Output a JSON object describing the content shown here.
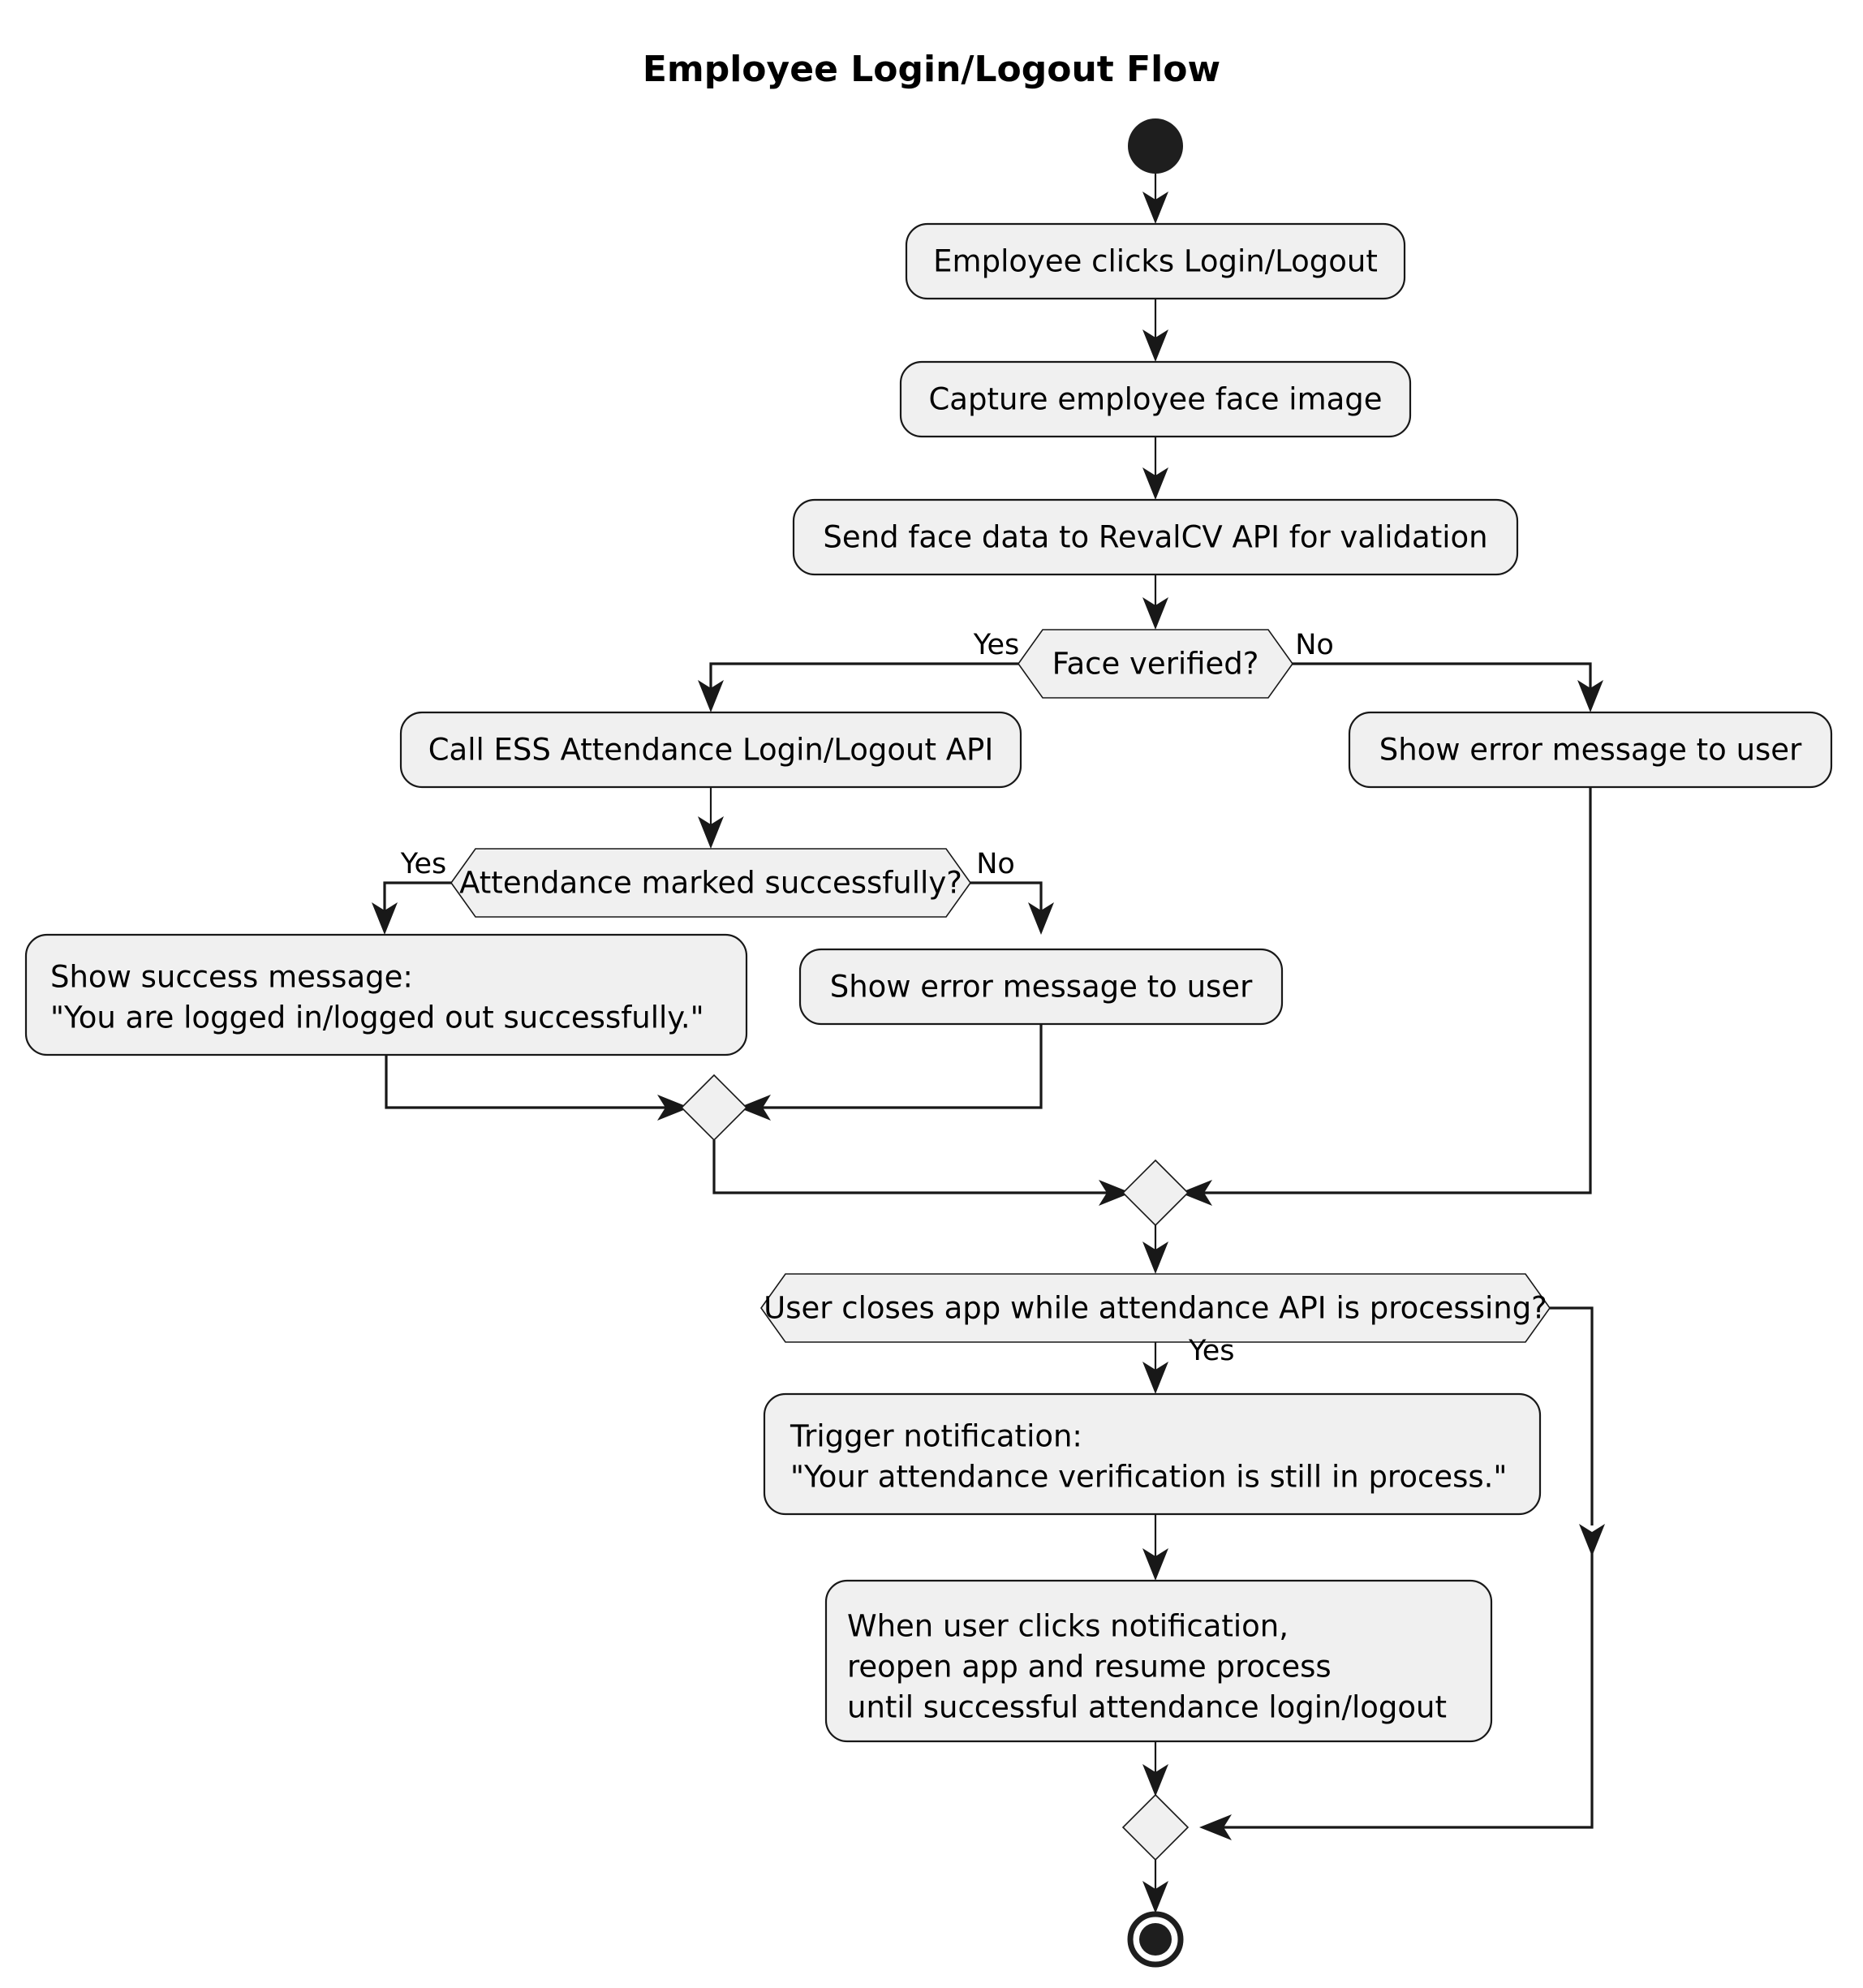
{
  "diagram": {
    "title": "Employee Login/Logout Flow",
    "type": "uml-activity-flowchart",
    "colors": {
      "node_fill": "#F0F0F0",
      "node_stroke": "#181818",
      "background": "#FFFFFF",
      "text": "#000000",
      "start_end_marker": "#1E1E1E"
    },
    "nodes": {
      "start": {
        "kind": "start-node",
        "label": ""
      },
      "action_click_login": {
        "kind": "action",
        "label": "Employee clicks Login/Logout"
      },
      "action_capture_face": {
        "kind": "action",
        "label": "Capture employee face image"
      },
      "action_send_face": {
        "kind": "action",
        "label": "Send face data to RevalCV API for validation"
      },
      "decision_face_verified": {
        "kind": "decision",
        "label": "Face verified?"
      },
      "action_call_ess": {
        "kind": "action",
        "label": "Call ESS Attendance Login/Logout API"
      },
      "action_error_face": {
        "kind": "action",
        "label": "Show error message to user"
      },
      "decision_attendance_marked": {
        "kind": "decision",
        "label": "Attendance marked successfully?"
      },
      "action_success_message": {
        "kind": "action",
        "line1": "Show success message:",
        "line2": "\"You are logged in/logged out successfully.\""
      },
      "action_error_attendance": {
        "kind": "action",
        "label": "Show error message to user"
      },
      "merge_inner": {
        "kind": "merge-diamond",
        "label": ""
      },
      "merge_outer": {
        "kind": "merge-diamond",
        "label": ""
      },
      "decision_user_closes_app": {
        "kind": "decision",
        "label": "User closes app while attendance API is processing?"
      },
      "action_trigger_notification": {
        "kind": "action",
        "line1": "Trigger notification:",
        "line2": "\"Your attendance verification is still in process.\""
      },
      "action_resume_process": {
        "kind": "action",
        "line1": "When user clicks notification,",
        "line2": " reopen app and resume process",
        "line3": " until successful attendance login/logout"
      },
      "merge_final": {
        "kind": "merge-diamond",
        "label": ""
      },
      "end": {
        "kind": "end-node",
        "label": ""
      }
    },
    "edge_labels": {
      "face_verified_yes": "Yes",
      "face_verified_no": "No",
      "attendance_yes": "Yes",
      "attendance_no": "No",
      "user_closes_app_yes": "Yes"
    }
  },
  "chart_data": {
    "type": "table",
    "title": "Employee Login/Logout Flow",
    "categories": [
      "start",
      "Employee clicks Login/Logout",
      "Capture employee face image",
      "Send face data to RevalCV API for validation",
      "Face verified?",
      "Call ESS Attendance Login/Logout API",
      "Show error message to user",
      "Attendance marked successfully?",
      "Show success message: \"You are logged in/logged out successfully.\"",
      "Show error message to user",
      "User closes app while attendance API is processing?",
      "Trigger notification: \"Your attendance verification is still in process.\"",
      "When user clicks notification, reopen app and resume process until successful attendance login/logout",
      "end"
    ],
    "edges": [
      {
        "from": "start",
        "to": "Employee clicks Login/Logout",
        "label": ""
      },
      {
        "from": "Employee clicks Login/Logout",
        "to": "Capture employee face image",
        "label": ""
      },
      {
        "from": "Capture employee face image",
        "to": "Send face data to RevalCV API for validation",
        "label": ""
      },
      {
        "from": "Send face data to RevalCV API for validation",
        "to": "Face verified?",
        "label": ""
      },
      {
        "from": "Face verified?",
        "to": "Call ESS Attendance Login/Logout API",
        "label": "Yes"
      },
      {
        "from": "Face verified?",
        "to": "Show error message to user",
        "label": "No"
      },
      {
        "from": "Call ESS Attendance Login/Logout API",
        "to": "Attendance marked successfully?",
        "label": ""
      },
      {
        "from": "Attendance marked successfully?",
        "to": "Show success message",
        "label": "Yes"
      },
      {
        "from": "Attendance marked successfully?",
        "to": "Show error message to user",
        "label": "No"
      },
      {
        "from": "Show success message",
        "to": "merge_inner",
        "label": ""
      },
      {
        "from": "Show error message to user",
        "to": "merge_inner",
        "label": ""
      },
      {
        "from": "merge_inner",
        "to": "merge_outer",
        "label": ""
      },
      {
        "from": "Show error message to user (face)",
        "to": "merge_outer",
        "label": ""
      },
      {
        "from": "merge_outer",
        "to": "User closes app while attendance API is processing?",
        "label": ""
      },
      {
        "from": "User closes app while attendance API is processing?",
        "to": "Trigger notification",
        "label": "Yes"
      },
      {
        "from": "User closes app while attendance API is processing?",
        "to": "merge_final",
        "label": ""
      },
      {
        "from": "Trigger notification",
        "to": "When user clicks notification...",
        "label": ""
      },
      {
        "from": "When user clicks notification...",
        "to": "merge_final",
        "label": ""
      },
      {
        "from": "merge_final",
        "to": "end",
        "label": ""
      }
    ]
  }
}
